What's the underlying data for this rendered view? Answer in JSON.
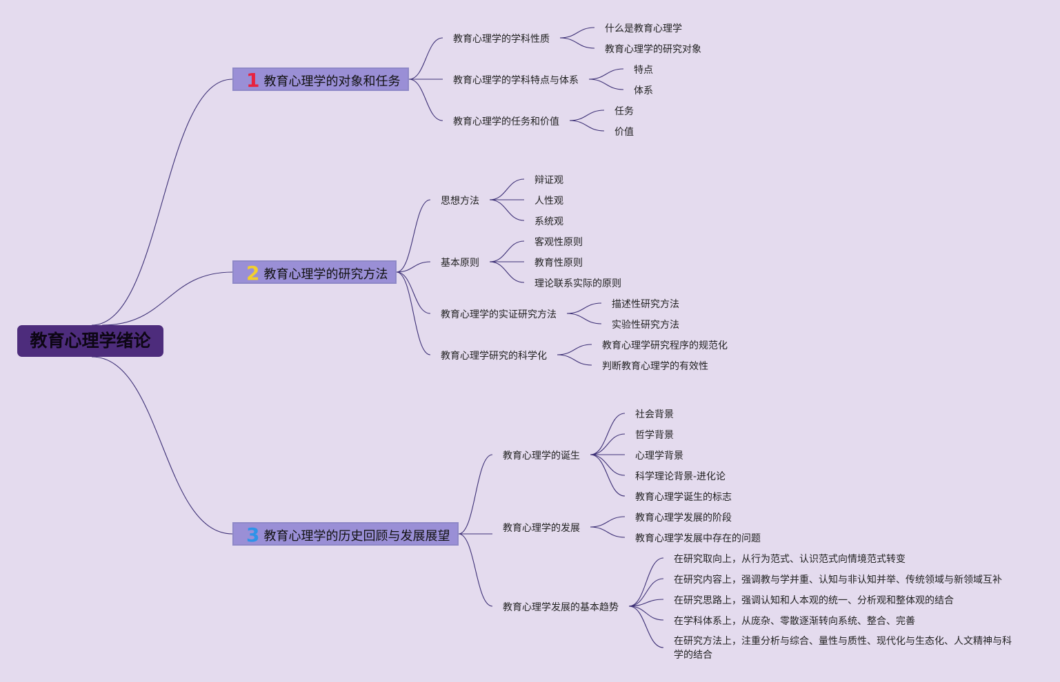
{
  "root": "教育心理学绪论",
  "colors": {
    "background": "#e4dbee",
    "root_bg": "#4d2c7c",
    "main_bg": "#9a8fd6",
    "line": "#3c2f75",
    "num1": "#e8233f",
    "num2": "#f2cf2d",
    "num3": "#2e93e8"
  },
  "branches": [
    {
      "num": "1",
      "title": "教育心理学的对象和任务",
      "subs": [
        {
          "label": "教育心理学的学科性质",
          "leaves": [
            "什么是教育心理学",
            "教育心理学的研究对象"
          ]
        },
        {
          "label": "教育心理学的学科特点与体系",
          "leaves": [
            "特点",
            "体系"
          ]
        },
        {
          "label": "教育心理学的任务和价值",
          "leaves": [
            "任务",
            "价值"
          ]
        }
      ]
    },
    {
      "num": "2",
      "title": "教育心理学的研究方法",
      "subs": [
        {
          "label": "思想方法",
          "leaves": [
            "辩证观",
            "人性观",
            "系统观"
          ]
        },
        {
          "label": "基本原则",
          "leaves": [
            "客观性原则",
            "教育性原则",
            "理论联系实际的原则"
          ]
        },
        {
          "label": "教育心理学的实证研究方法",
          "leaves": [
            "描述性研究方法",
            "实验性研究方法"
          ]
        },
        {
          "label": "教育心理学研究的科学化",
          "leaves": [
            "教育心理学研究程序的规范化",
            "判断教育心理学的有效性"
          ]
        }
      ]
    },
    {
      "num": "3",
      "title": "教育心理学的历史回顾与发展展望",
      "subs": [
        {
          "label": "教育心理学的诞生",
          "leaves": [
            "社会背景",
            "哲学背景",
            "心理学背景",
            "科学理论背景-进化论",
            "教育心理学诞生的标志"
          ]
        },
        {
          "label": "教育心理学的发展",
          "leaves": [
            "教育心理学发展的阶段",
            "教育心理学发展中存在的问题"
          ]
        },
        {
          "label": "教育心理学发展的基本趋势",
          "leaves": [
            "在研究取向上，从行为范式、认识范式向情境范式转变",
            "在研究内容上，强调教与学并重、认知与非认知并举、传统领域与新领域互补",
            "在研究思路上，强调认知和人本观的统一、分析观和整体观的结合",
            "在学科体系上，从庞杂、零散逐渐转向系统、整合、完善",
            "在研究方法上，注重分析与综合、量性与质性、现代化与生态化、人文精神与科学的结合"
          ]
        }
      ]
    }
  ]
}
